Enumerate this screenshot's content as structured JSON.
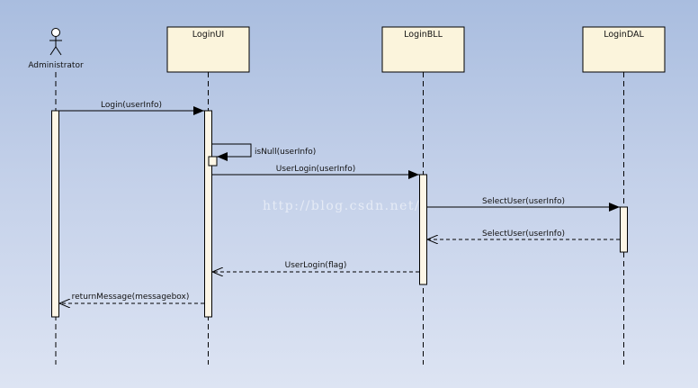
{
  "actor": {
    "label": "Administrator"
  },
  "lifelines": [
    {
      "id": "ui",
      "label": "LoginUI"
    },
    {
      "id": "bll",
      "label": "LoginBLL"
    },
    {
      "id": "dal",
      "label": "LoginDAL"
    }
  ],
  "messages": [
    {
      "label": "Login(userInfo)",
      "from": "actor",
      "to": "ui",
      "kind": "sync"
    },
    {
      "label": "isNull(userInfo)",
      "from": "ui",
      "to": "ui",
      "kind": "self"
    },
    {
      "label": "UserLogin(userInfo)",
      "from": "ui",
      "to": "bll",
      "kind": "sync"
    },
    {
      "label": "SelectUser(userInfo)",
      "from": "bll",
      "to": "dal",
      "kind": "sync"
    },
    {
      "label": "SelectUser(userInfo)",
      "from": "dal",
      "to": "bll",
      "kind": "return"
    },
    {
      "label": "UserLogin(flag)",
      "from": "bll",
      "to": "ui",
      "kind": "return"
    },
    {
      "label": "returnMessage(messagebox)",
      "from": "ui",
      "to": "actor",
      "kind": "return"
    }
  ],
  "watermark": "http://blog.csdn.net/",
  "colors": {
    "header_fill": "#fbf4dc",
    "activation_fill": "#fdf6e6",
    "stroke": "#000000"
  }
}
